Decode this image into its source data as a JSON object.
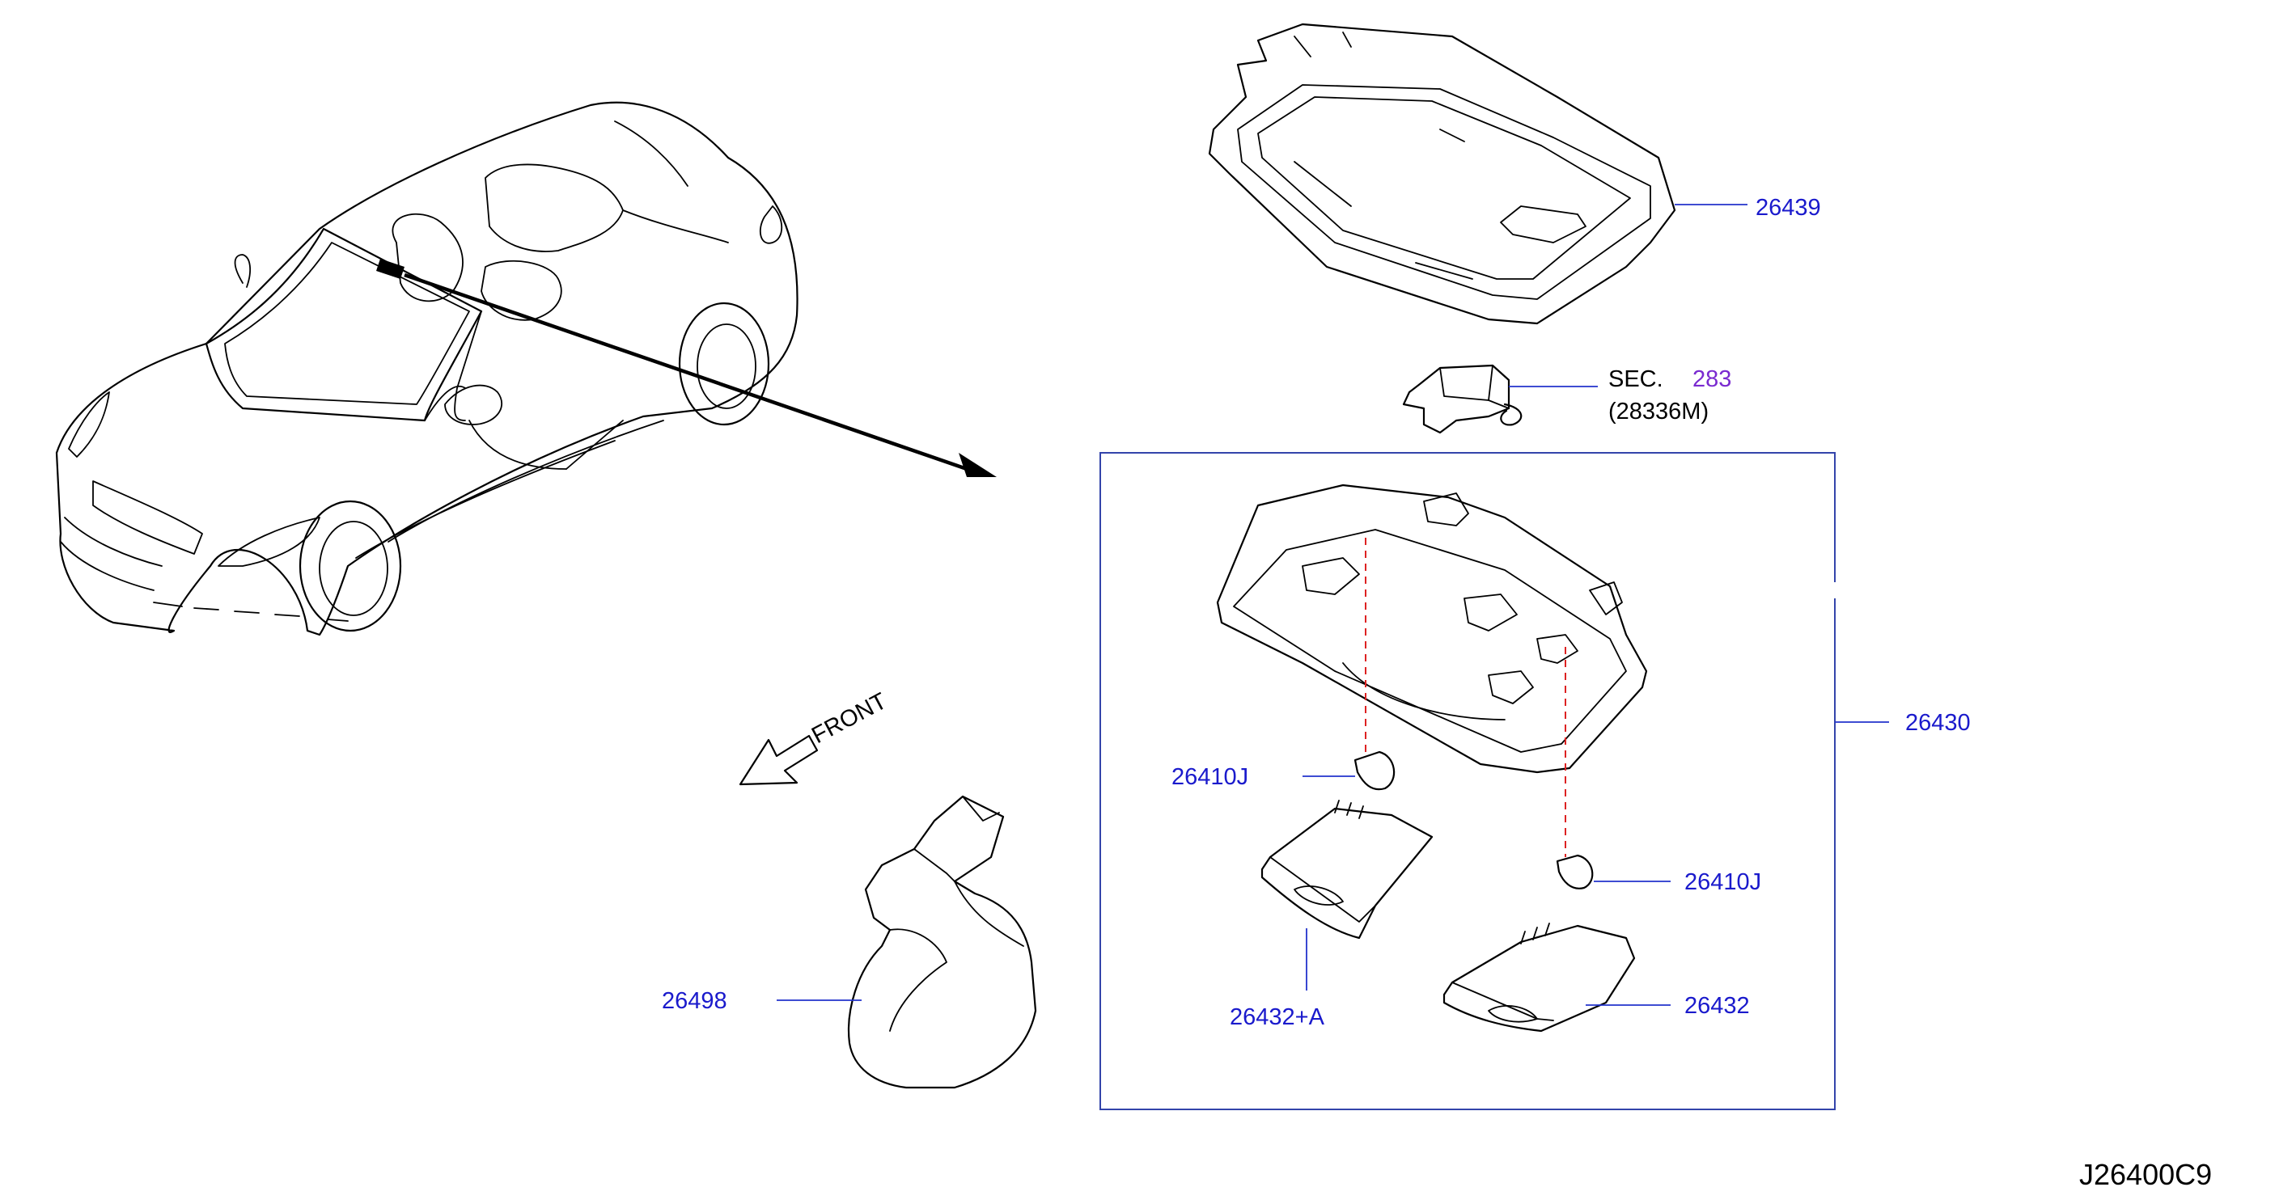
{
  "diagram_code": "J26400C9",
  "front_label": "FRONT",
  "parts": {
    "p26439": "26439",
    "sec_label": "SEC.",
    "sec_number": "283",
    "sec_ref": "(28336M)",
    "p26430": "26430",
    "p26410J_left": "26410J",
    "p26410J_right": "26410J",
    "p26432A": "26432+A",
    "p26432": "26432",
    "p26498": "26498"
  },
  "colors": {
    "part_number": "#1a1acc",
    "section_link": "#7a2ad0",
    "callout_box": "#3344aa",
    "bulb_path": "#dd2222"
  }
}
